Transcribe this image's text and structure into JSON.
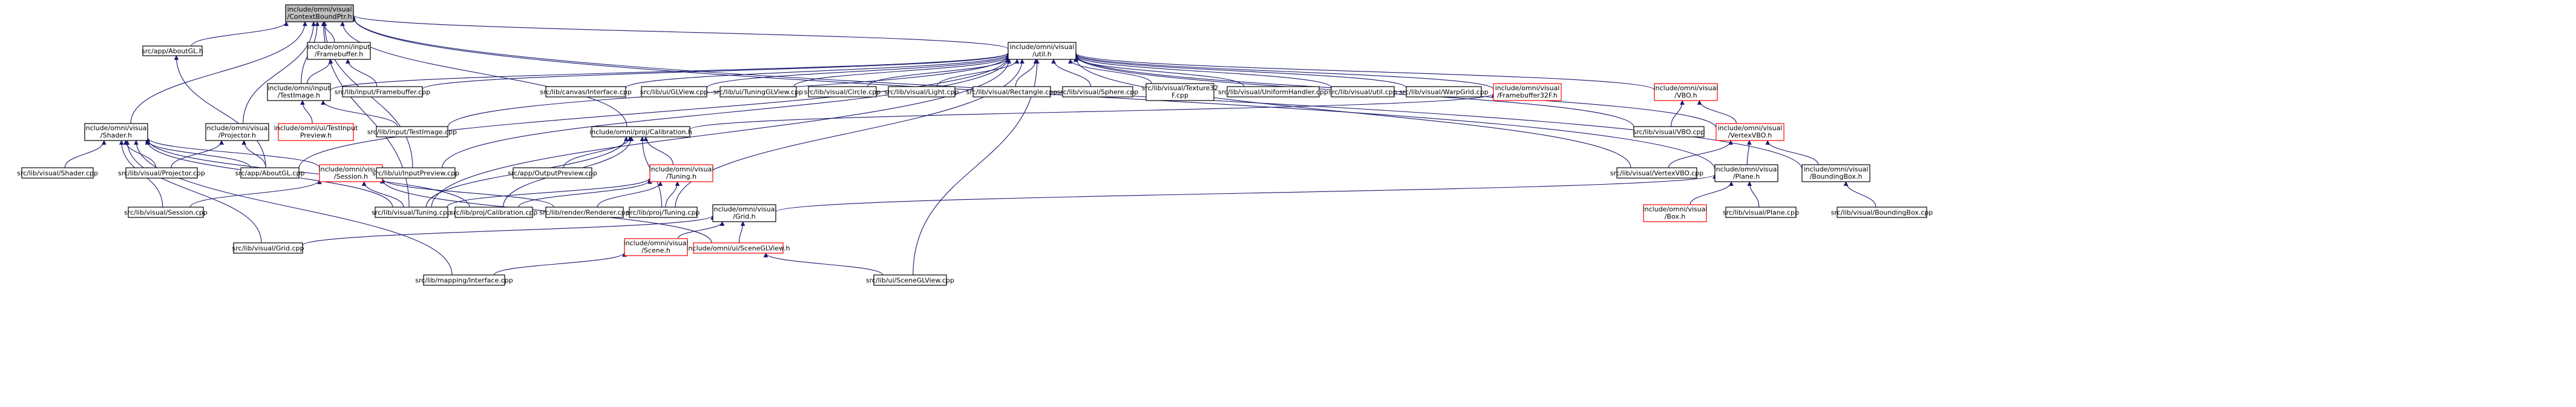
{
  "colors": {
    "edge": "#191970",
    "node_border": "#000000",
    "node_border_missing": "#ff0000",
    "node_fill": "#ffffff",
    "node_fill_selected": "#bfbfbf"
  },
  "nodes": [
    {
      "id": "contextbound",
      "lines": [
        "include/omni/visual",
        "/ContextBoundPtr.h"
      ],
      "style": "selected"
    },
    {
      "id": "aboutgl_h",
      "lines": [
        "src/app/AboutGL.h"
      ],
      "style": "normal"
    },
    {
      "id": "input_framebuffer_h",
      "lines": [
        "include/omni/input",
        "/Framebuffer.h"
      ],
      "style": "normal"
    },
    {
      "id": "visual_util_h",
      "lines": [
        "include/omni/visual",
        "/util.h"
      ],
      "style": "normal"
    },
    {
      "id": "input_testimage_h",
      "lines": [
        "include/omni/input",
        "/TestImage.h"
      ],
      "style": "normal"
    },
    {
      "id": "framebuffer_cpp",
      "lines": [
        "src/lib/input/Framebuffer.cpp"
      ],
      "style": "normal"
    },
    {
      "id": "ui_testinputpreview_h",
      "lines": [
        "include/omni/ui/TestInput",
        "Preview.h"
      ],
      "style": "missing"
    },
    {
      "id": "testimage_cpp",
      "lines": [
        "src/lib/input/TestImage.cpp"
      ],
      "style": "normal"
    },
    {
      "id": "canvas_interface_cpp",
      "lines": [
        "src/lib/canvas/Interface.cpp"
      ],
      "style": "normal"
    },
    {
      "id": "glview_cpp",
      "lines": [
        "src/lib/ui/GLView.cpp"
      ],
      "style": "normal"
    },
    {
      "id": "tuningglview_cpp",
      "lines": [
        "src/lib/ui/TuningGLView.cpp"
      ],
      "style": "normal"
    },
    {
      "id": "circle_cpp",
      "lines": [
        "src/lib/visual/Circle.cpp"
      ],
      "style": "normal"
    },
    {
      "id": "light_cpp",
      "lines": [
        "src/lib/visual/Light.cpp"
      ],
      "style": "normal"
    },
    {
      "id": "rectangle_cpp",
      "lines": [
        "src/lib/visual/Rectangle.cpp"
      ],
      "style": "normal"
    },
    {
      "id": "sphere_cpp",
      "lines": [
        "src/lib/visual/Sphere.cpp"
      ],
      "style": "normal"
    },
    {
      "id": "texture32f_cpp",
      "lines": [
        "src/lib/visual/Texture32",
        "F.cpp"
      ],
      "style": "normal"
    },
    {
      "id": "uniformhandler_cpp",
      "lines": [
        "src/lib/visual/UniformHandler.cpp"
      ],
      "style": "normal"
    },
    {
      "id": "util_cpp",
      "lines": [
        "src/lib/visual/util.cpp"
      ],
      "style": "normal"
    },
    {
      "id": "warpgrid_cpp",
      "lines": [
        "src/lib/visual/WarpGrid.cpp"
      ],
      "style": "normal"
    },
    {
      "id": "framebuffer32f_h",
      "lines": [
        "include/omni/visual",
        "/Framebuffer32F.h"
      ],
      "style": "missing"
    },
    {
      "id": "vbo_h",
      "lines": [
        "include/omni/visual",
        "/VBO.h"
      ],
      "style": "missing"
    },
    {
      "id": "shader_h",
      "lines": [
        "include/omni/visual",
        "/Shader.h"
      ],
      "style": "normal"
    },
    {
      "id": "projector_h",
      "lines": [
        "include/omni/visual",
        "/Projector.h"
      ],
      "style": "normal"
    },
    {
      "id": "proj_calibration_h",
      "lines": [
        "include/omni/proj/Calibration.h"
      ],
      "style": "normal"
    },
    {
      "id": "vbo_cpp",
      "lines": [
        "src/lib/visual/VBO.cpp"
      ],
      "style": "normal"
    },
    {
      "id": "vertexvbo_h",
      "lines": [
        "include/omni/visual",
        "/VertexVBO.h"
      ],
      "style": "missing"
    },
    {
      "id": "shader_cpp",
      "lines": [
        "src/lib/visual/Shader.cpp"
      ],
      "style": "normal"
    },
    {
      "id": "projector_cpp",
      "lines": [
        "src/lib/visual/Projector.cpp"
      ],
      "style": "normal"
    },
    {
      "id": "aboutgl_cpp",
      "lines": [
        "src/app/AboutGL.cpp"
      ],
      "style": "normal"
    },
    {
      "id": "visual_session_h",
      "lines": [
        "include/omni/visual",
        "/Session.h"
      ],
      "style": "missing"
    },
    {
      "id": "inputpreview_cpp",
      "lines": [
        "src/lib/ui/InputPreview.cpp"
      ],
      "style": "normal"
    },
    {
      "id": "outputpreview_cpp",
      "lines": [
        "src/app/OutputPreview.cpp"
      ],
      "style": "normal"
    },
    {
      "id": "visual_tuning_h",
      "lines": [
        "include/omni/visual",
        "/Tuning.h"
      ],
      "style": "missing"
    },
    {
      "id": "vertexvbo_cpp",
      "lines": [
        "src/lib/visual/VertexVBO.cpp"
      ],
      "style": "normal"
    },
    {
      "id": "visual_plane_h",
      "lines": [
        "include/omni/visual",
        "/Plane.h"
      ],
      "style": "normal"
    },
    {
      "id": "boundingbox_h",
      "lines": [
        "include/omni/visual",
        "/BoundingBox.h"
      ],
      "style": "normal"
    },
    {
      "id": "session_cpp",
      "lines": [
        "src/lib/visual/Session.cpp"
      ],
      "style": "normal"
    },
    {
      "id": "tuning_cpp_visual",
      "lines": [
        "src/lib/visual/Tuning.cpp"
      ],
      "style": "normal"
    },
    {
      "id": "proj_calibration_cpp",
      "lines": [
        "src/lib/proj/Calibration.cpp"
      ],
      "style": "normal"
    },
    {
      "id": "renderer_cpp",
      "lines": [
        "src/lib/render/Renderer.cpp"
      ],
      "style": "normal"
    },
    {
      "id": "proj_tuning_cpp",
      "lines": [
        "src/lib/proj/Tuning.cpp"
      ],
      "style": "normal"
    },
    {
      "id": "visual_grid_h",
      "lines": [
        "include/omni/visual",
        "/Grid.h"
      ],
      "style": "normal"
    },
    {
      "id": "boundingbox_cpp",
      "lines": [
        "src/lib/visual/BoundingBox.cpp"
      ],
      "style": "normal"
    },
    {
      "id": "visual_box_h",
      "lines": [
        "include/omni/visual",
        "/Box.h"
      ],
      "style": "missing"
    },
    {
      "id": "plane_cpp",
      "lines": [
        "src/lib/visual/Plane.cpp"
      ],
      "style": "normal"
    },
    {
      "id": "grid_cpp",
      "lines": [
        "src/lib/visual/Grid.cpp"
      ],
      "style": "normal"
    },
    {
      "id": "visual_scene_h",
      "lines": [
        "include/omni/visual",
        "/Scene.h"
      ],
      "style": "missing"
    },
    {
      "id": "sceneglview_h",
      "lines": [
        "include/omni/ui/SceneGLView.h"
      ],
      "style": "missing"
    },
    {
      "id": "mapping_interface_cpp",
      "lines": [
        "src/lib/mapping/Interface.cpp"
      ],
      "style": "normal"
    },
    {
      "id": "sceneglview_cpp",
      "lines": [
        "src/lib/ui/SceneGLView.cpp"
      ],
      "style": "normal"
    }
  ],
  "edges": [
    [
      "contextbound",
      "aboutgl_h"
    ],
    [
      "contextbound",
      "input_framebuffer_h"
    ],
    [
      "contextbound",
      "input_testimage_h"
    ],
    [
      "contextbound",
      "visual_util_h"
    ],
    [
      "contextbound",
      "shader_h"
    ],
    [
      "contextbound",
      "projector_h"
    ],
    [
      "contextbound",
      "proj_calibration_h"
    ],
    [
      "contextbound",
      "inputpreview_cpp"
    ],
    [
      "contextbound",
      "tuning_cpp_visual"
    ],
    [
      "contextbound",
      "visual_plane_h"
    ],
    [
      "contextbound",
      "boundingbox_h"
    ],
    [
      "aboutgl_h",
      "aboutgl_cpp"
    ],
    [
      "input_framebuffer_h",
      "input_testimage_h"
    ],
    [
      "input_framebuffer_h",
      "framebuffer_cpp"
    ],
    [
      "input_testimage_h",
      "ui_testinputpreview_h"
    ],
    [
      "input_testimage_h",
      "testimage_cpp"
    ],
    [
      "visual_util_h",
      "input_testimage_h"
    ],
    [
      "visual_util_h",
      "framebuffer_cpp"
    ],
    [
      "visual_util_h",
      "testimage_cpp"
    ],
    [
      "visual_util_h",
      "canvas_interface_cpp"
    ],
    [
      "visual_util_h",
      "glview_cpp"
    ],
    [
      "visual_util_h",
      "tuningglview_cpp"
    ],
    [
      "visual_util_h",
      "circle_cpp"
    ],
    [
      "visual_util_h",
      "light_cpp"
    ],
    [
      "visual_util_h",
      "rectangle_cpp"
    ],
    [
      "visual_util_h",
      "sphere_cpp"
    ],
    [
      "visual_util_h",
      "texture32f_cpp"
    ],
    [
      "visual_util_h",
      "uniformhandler_cpp"
    ],
    [
      "visual_util_h",
      "util_cpp"
    ],
    [
      "visual_util_h",
      "warpgrid_cpp"
    ],
    [
      "visual_util_h",
      "framebuffer32f_h"
    ],
    [
      "visual_util_h",
      "vbo_h"
    ],
    [
      "visual_util_h",
      "vbo_cpp"
    ],
    [
      "visual_util_h",
      "vertexvbo_h"
    ],
    [
      "visual_util_h",
      "vertexvbo_cpp"
    ],
    [
      "visual_util_h",
      "aboutgl_cpp"
    ],
    [
      "visual_util_h",
      "inputpreview_cpp"
    ],
    [
      "visual_util_h",
      "tuning_cpp_visual"
    ],
    [
      "visual_util_h",
      "proj_tuning_cpp"
    ],
    [
      "visual_util_h",
      "sceneglview_cpp"
    ],
    [
      "framebuffer32f_h",
      "proj_calibration_h"
    ],
    [
      "vbo_h",
      "vbo_cpp"
    ],
    [
      "vbo_h",
      "vertexvbo_h"
    ],
    [
      "vertexvbo_h",
      "vertexvbo_cpp"
    ],
    [
      "vertexvbo_h",
      "visual_plane_h"
    ],
    [
      "vertexvbo_h",
      "boundingbox_h"
    ],
    [
      "shader_h",
      "shader_cpp"
    ],
    [
      "shader_h",
      "projector_cpp"
    ],
    [
      "shader_h",
      "aboutgl_cpp"
    ],
    [
      "shader_h",
      "visual_session_h"
    ],
    [
      "shader_h",
      "session_cpp"
    ],
    [
      "shader_h",
      "tuning_cpp_visual"
    ],
    [
      "shader_h",
      "proj_calibration_cpp"
    ],
    [
      "shader_h",
      "grid_cpp"
    ],
    [
      "shader_h",
      "mapping_interface_cpp"
    ],
    [
      "projector_h",
      "projector_cpp"
    ],
    [
      "projector_h",
      "aboutgl_cpp"
    ],
    [
      "proj_calibration_h",
      "outputpreview_cpp"
    ],
    [
      "proj_calibration_h",
      "visual_tuning_h"
    ],
    [
      "proj_calibration_h",
      "tuning_cpp_visual"
    ],
    [
      "proj_calibration_h",
      "proj_tuning_cpp"
    ],
    [
      "proj_calibration_h",
      "proj_calibration_cpp"
    ],
    [
      "visual_session_h",
      "session_cpp"
    ],
    [
      "visual_session_h",
      "tuning_cpp_visual"
    ],
    [
      "visual_session_h",
      "renderer_cpp"
    ],
    [
      "visual_session_h",
      "sceneglview_h"
    ],
    [
      "visual_tuning_h",
      "tuning_cpp_visual"
    ],
    [
      "visual_tuning_h",
      "proj_calibration_cpp"
    ],
    [
      "visual_tuning_h",
      "renderer_cpp"
    ],
    [
      "visual_tuning_h",
      "proj_tuning_cpp"
    ],
    [
      "visual_plane_h",
      "visual_box_h"
    ],
    [
      "visual_plane_h",
      "plane_cpp"
    ],
    [
      "visual_plane_h",
      "visual_grid_h"
    ],
    [
      "boundingbox_h",
      "boundingbox_cpp"
    ],
    [
      "visual_grid_h",
      "grid_cpp"
    ],
    [
      "visual_grid_h",
      "visual_scene_h"
    ],
    [
      "visual_grid_h",
      "sceneglview_h"
    ],
    [
      "visual_scene_h",
      "mapping_interface_cpp"
    ],
    [
      "sceneglview_h",
      "sceneglview_cpp"
    ]
  ]
}
